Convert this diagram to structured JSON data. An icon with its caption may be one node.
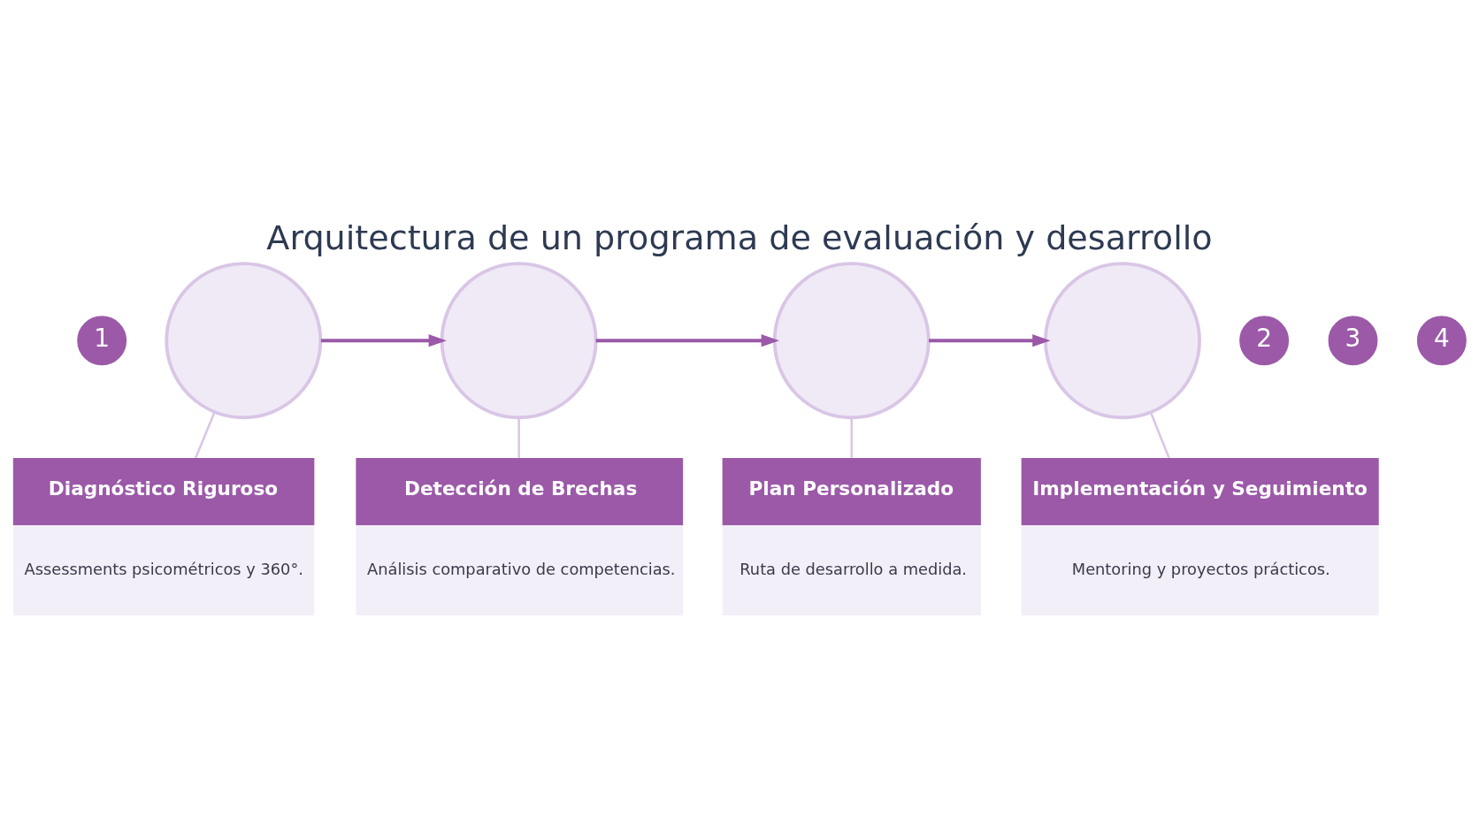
{
  "diagram": {
    "title": "Arquitectura de un programa de evaluación y desarrollo",
    "nodes": [
      {
        "text": [
          "1"
        ]
      },
      {
        "text": [],
        "shape": "circle"
      },
      {
        "text": [
          "Diagnóstico Riguroso",
          "Assessments psicométricos y 360°."
        ]
      },
      {
        "text": [
          "2"
        ]
      },
      {
        "text": [],
        "shape": "circle"
      },
      {
        "text": [
          "Detección de Brechas",
          "Análisis comparativo de competencias."
        ]
      },
      {
        "text": [
          "3"
        ]
      },
      {
        "text": [],
        "shape": "circle"
      },
      {
        "text": [
          "Plan Personalizado",
          "Ruta de desarrollo a medida."
        ]
      },
      {
        "text": [
          "4"
        ]
      },
      {
        "text": [],
        "shape": "circle"
      },
      {
        "text": [
          "Implementación y Seguimiento",
          "Mentoring y proyectos prácticos."
        ]
      }
    ],
    "edges": [
      {
        "from": 1,
        "to": 4,
        "arrow": "to",
        "color": "#9b59a8"
      },
      {
        "from": 4,
        "to": 7,
        "arrow": "to",
        "color": "#9b59a8"
      },
      {
        "from": 7,
        "to": 10,
        "arrow": "to",
        "color": "#9b59a8"
      },
      {
        "from": 1,
        "to": 2,
        "arrow": "none"
      },
      {
        "from": 4,
        "to": 5,
        "arrow": "none"
      },
      {
        "from": 7,
        "to": 8,
        "arrow": "none"
      },
      {
        "from": 10,
        "to": 11,
        "arrow": "none"
      }
    ]
  }
}
